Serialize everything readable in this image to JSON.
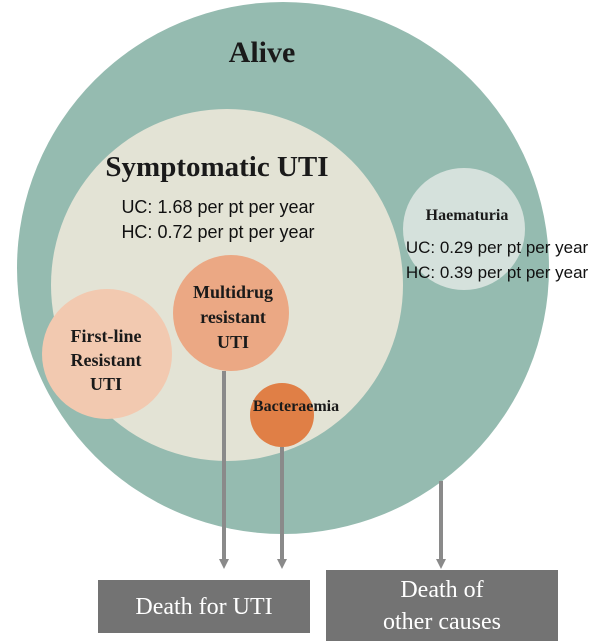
{
  "states": {
    "alive": {
      "label": "Alive",
      "color": "#95bbb0"
    },
    "symptomatic_uti": {
      "label": "Symptomatic UTI",
      "rate_uc": "UC: 1.68 per pt per year",
      "rate_hc": "HC: 0.72 per pt per year",
      "color": "#e3e3d5"
    },
    "haematuria": {
      "label": "Haematuria",
      "rate_uc": "UC: 0.29 per pt per year",
      "rate_hc": "HC: 0.39 per pt per year",
      "color": "#d5e1dc"
    },
    "first_line_resistant_uti": {
      "label_lines": [
        "First-line",
        "Resistant",
        "UTI"
      ],
      "color": "#f2c9b0"
    },
    "multidrug_resistant_uti": {
      "label_lines": [
        "Multidrug",
        "resistant",
        "UTI"
      ],
      "color": "#eba884"
    },
    "bacteraemia": {
      "label": "Bacteraemia",
      "color": "#e07f46"
    }
  },
  "outcomes": {
    "death_uti": {
      "label": "Death for UTI",
      "color": "#737373"
    },
    "death_other": {
      "label_lines": [
        "Death of",
        "other causes"
      ],
      "color": "#737373"
    }
  },
  "arrow_color": "#8a8a8a"
}
